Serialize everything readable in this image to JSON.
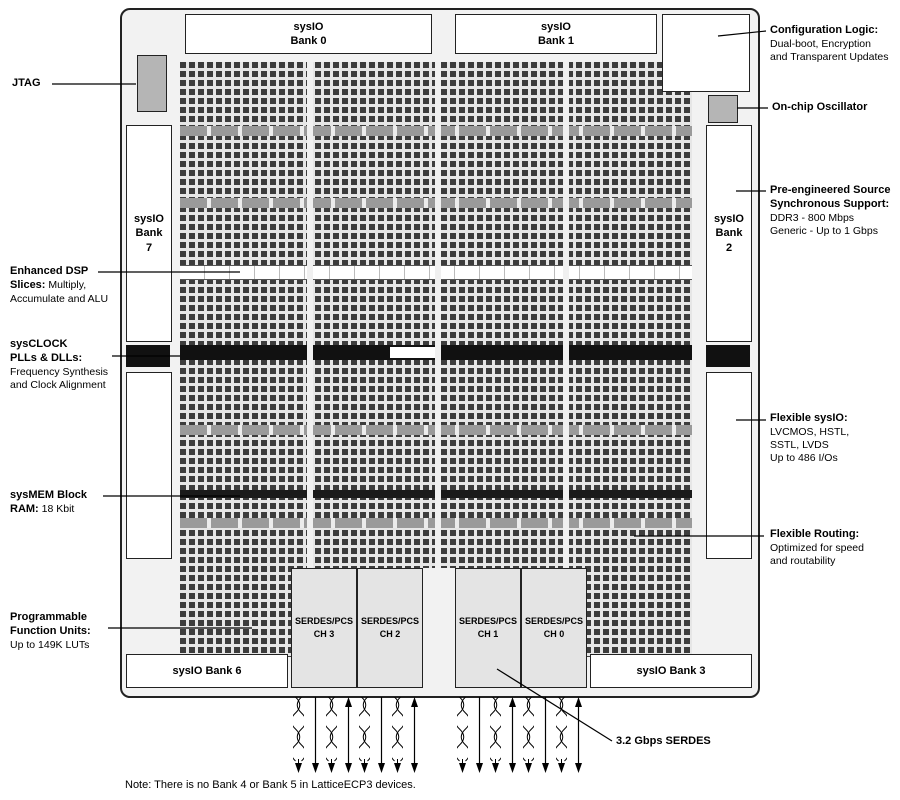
{
  "banks": {
    "bank0": "sysIO\nBank 0",
    "bank1": "sysIO\nBank 1",
    "bank7": "sysIO\nBank\n7",
    "bank2": "sysIO\nBank\n2",
    "bank6": "sysIO Bank 6",
    "bank3": "sysIO Bank 3"
  },
  "serdes_channels": [
    {
      "label": "SERDES/PCS\nCH 3"
    },
    {
      "label": "SERDES/PCS\nCH 2"
    },
    {
      "label": "SERDES/PCS\nCH 1"
    },
    {
      "label": "SERDES/PCS\nCH 0"
    }
  ],
  "callouts_left": [
    {
      "title": "JTAG",
      "body": ""
    },
    {
      "title": "Enhanced DSP\nSlices:",
      "body": "Multiply, Accumulate and ALU"
    },
    {
      "title": "sysCLOCK\nPLLs & DLLs:",
      "body": "Frequency Synthesis\nand Clock Alignment"
    },
    {
      "title": "sysMEM Block\nRAM:",
      "body": "18 Kbit"
    },
    {
      "title": "Programmable\nFunction Units:",
      "body": "Up to 149K LUTs"
    }
  ],
  "callouts_right": [
    {
      "title": "Configuration Logic:",
      "body": "Dual-boot, Encryption\nand Transparent Updates"
    },
    {
      "title": "On-chip Oscillator",
      "body": ""
    },
    {
      "title": "Pre-engineered Source\nSynchronous Support:",
      "body": "DDR3 - 800 Mbps\nGeneric - Up to 1 Gbps"
    },
    {
      "title": "Flexible sysIO:",
      "body": "LVCMOS, HSTL,\nSSTL, LVDS\nUp to 486 I/Os"
    },
    {
      "title": "Flexible Routing:",
      "body": "Optimized for speed\nand routability"
    },
    {
      "title": "3.2 Gbps SERDES",
      "body": ""
    }
  ],
  "note": "Note: There is no Bank 4 or Bank 5 in LatticeECP3 devices.",
  "colors": {
    "chip_fill": "#f2f2f2",
    "fabric_cell": "#3c3c3c",
    "block_gray": "#b5b5b5",
    "block_black": "#111111"
  }
}
